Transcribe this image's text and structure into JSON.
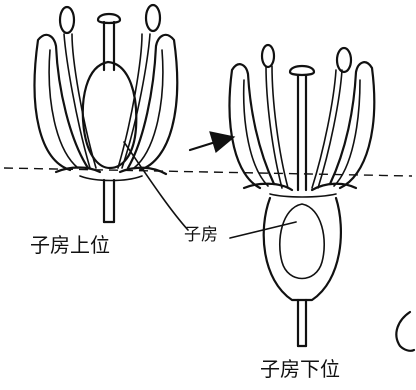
{
  "labels": {
    "superior": "子房上位",
    "inferior": "子房下位",
    "ovary": "子房"
  },
  "colors": {
    "ink": "#111111",
    "background": "#ffffff"
  }
}
